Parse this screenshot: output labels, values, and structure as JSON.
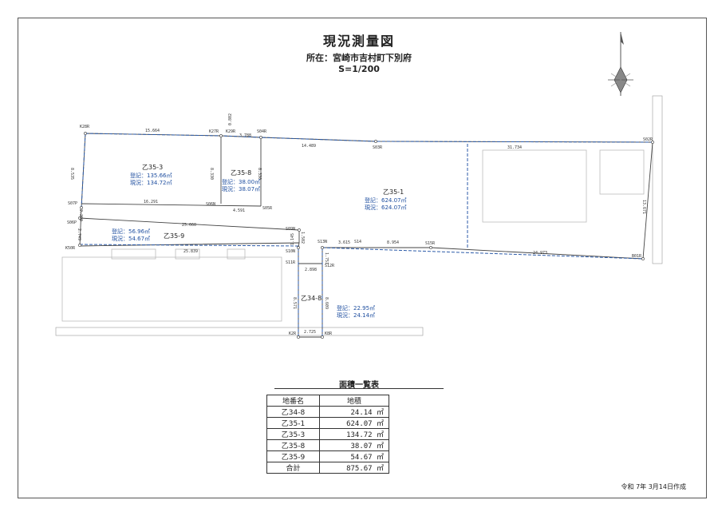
{
  "title": "現況測量図",
  "location": "所在：宮崎市吉村町下別府",
  "scale": "S=1/200",
  "points": {
    "K28R": "K28R",
    "K27R": "K27R",
    "K29R": "K29R",
    "S04R": "S04R",
    "S03R": "S03R",
    "S02R": "S02R",
    "S07P": "S07P",
    "S06P": "S06P",
    "S06N": "S06N",
    "S05R": "S05R",
    "K50R": "K50R",
    "S09N": "S09N",
    "S10N": "S10N",
    "S11R": "S11R",
    "S12R": "S12R",
    "S13N": "S13N",
    "S14": "S14",
    "S15R": "S15R",
    "B01R": "B01R",
    "K2R": "K2R",
    "K8R": "K8R"
  },
  "dimensions": {
    "d15664": "15.664",
    "d0802": "0.802",
    "d3788": "3.788",
    "d14489": "14.489",
    "d31734": "31.734",
    "d8535": "8.535",
    "d8330": "8.330",
    "d8330b": "8.330",
    "d16291": "16.291",
    "d4591": "4.591",
    "d2200": "2.200",
    "d25660": "25.660",
    "d2749": "2.749",
    "d25839": "25.839",
    "d1502": "1.502",
    "d1145": "1.145",
    "d3615": "3.615",
    "d8954": "8.954",
    "d24973": "24.973",
    "d13671": "13.671",
    "d1751": "1.751",
    "d2898": "2.898",
    "d8571": "8.571",
    "d8609": "8.609",
    "d2725": "2.725"
  },
  "lots": [
    {
      "name": "乙35-3",
      "registered": "登記：135.66㎡",
      "current": "現況：134.72㎡"
    },
    {
      "name": "乙35-8",
      "registered": "登記：38.00㎡",
      "current": "現況：38.07㎡"
    },
    {
      "name": "乙35-1",
      "registered": "登記：624.07㎡",
      "current": "現況：624.07㎡"
    },
    {
      "name": "乙35-9",
      "registered": "登記：56.96㎡",
      "current": "現況：54.67㎡"
    },
    {
      "name": "乙34-8",
      "registered": "登記：22.95㎡",
      "current": "現況：24.14㎡"
    }
  ],
  "area_table": {
    "title": "面積一覧表",
    "headers": [
      "地番名",
      "地積"
    ],
    "rows": [
      {
        "name": "乙34-8",
        "area": "24.14 ㎡"
      },
      {
        "name": "乙35-1",
        "area": "624.07 ㎡"
      },
      {
        "name": "乙35-3",
        "area": "134.72 ㎡"
      },
      {
        "name": "乙35-8",
        "area": "38.07 ㎡"
      },
      {
        "name": "乙35-9",
        "area": "54.67 ㎡"
      }
    ],
    "total_label": "合計",
    "total_value": "875.67 ㎡"
  },
  "date": "令和 7年 3月14日作成",
  "colors": {
    "boundary": "#2b5aa8",
    "line": "#444444",
    "area_text": "#1f4fa0"
  }
}
